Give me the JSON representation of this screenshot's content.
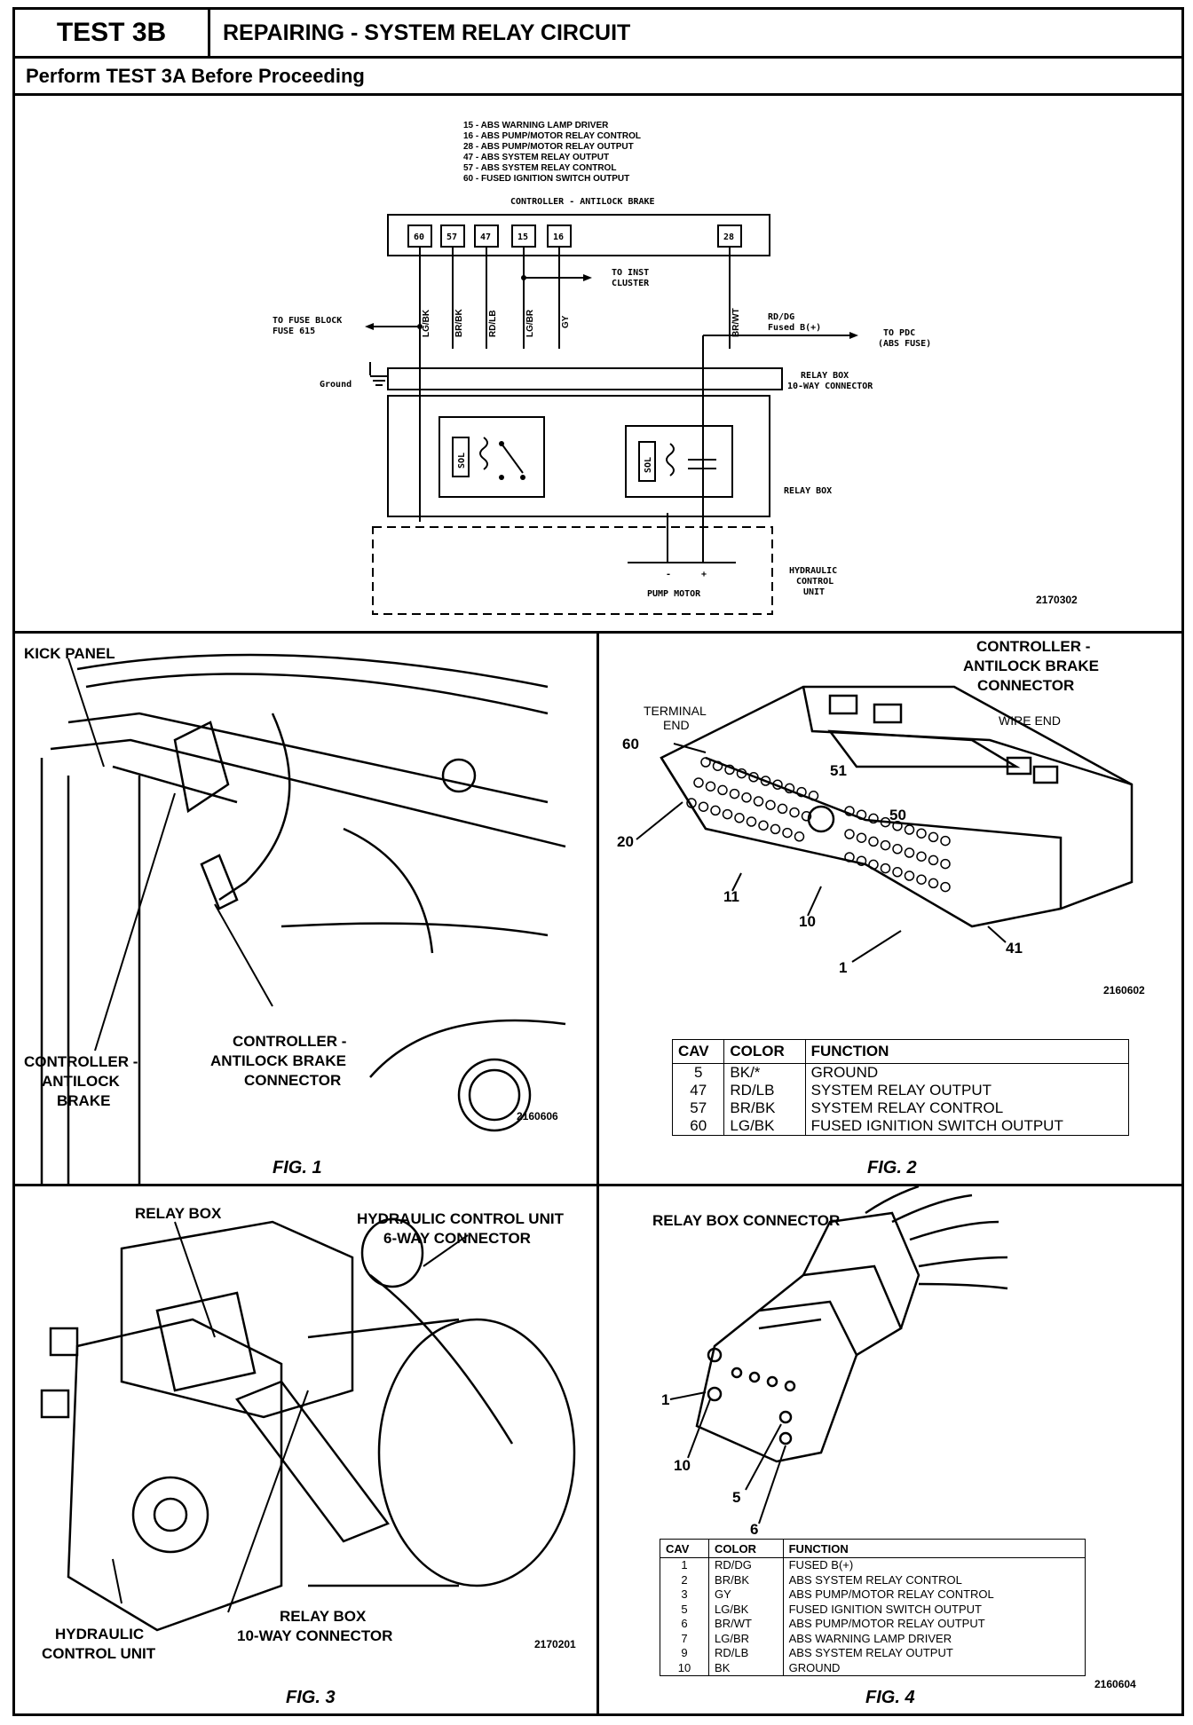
{
  "header": {
    "test_id": "TEST 3B",
    "title": "REPAIRING - SYSTEM RELAY CIRCUIT",
    "subtitle": "Perform TEST 3A Before Proceeding"
  },
  "schematic": {
    "legend": [
      "15 - ABS WARNING LAMP DRIVER",
      "16 - ABS PUMP/MOTOR RELAY CONTROL",
      "28 - ABS PUMP/MOTOR RELAY OUTPUT",
      "47 - ABS SYSTEM RELAY OUTPUT",
      "57 - ABS SYSTEM RELAY CONTROL",
      "60 - FUSED IGNITION SWITCH OUTPUT"
    ],
    "controller_label": "CONTROLLER - ANTILOCK BRAKE",
    "pins": [
      "60",
      "57",
      "47",
      "15",
      "16",
      "28"
    ],
    "wires": [
      "LG/BK",
      "BR/BK",
      "RD/LB",
      "LG/BR",
      "GY",
      "BR/WT"
    ],
    "to_inst_cluster": [
      "TO INST",
      "CLUSTER"
    ],
    "to_fuse_block": [
      "TO FUSE BLOCK",
      "FUSE 615"
    ],
    "ground": "Ground",
    "rd_dg": [
      "RD/DG",
      "Fused B(+)"
    ],
    "to_pdc": [
      "TO PDC",
      "(ABS FUSE)"
    ],
    "relay_box_connector": [
      "RELAY BOX",
      "10-WAY CONNECTOR"
    ],
    "relay_box": "RELAY BOX",
    "hcu": [
      "HYDRAULIC",
      "CONTROL",
      "UNIT"
    ],
    "pump_motor": "PUMP MOTOR",
    "minus": "-",
    "plus": "+",
    "relay_marks": [
      "SOL",
      "SOL"
    ],
    "ref": "2170302"
  },
  "fig1": {
    "kick_panel": "KICK PANEL",
    "controller": [
      "CONTROLLER -",
      "ANTILOCK",
      "BRAKE"
    ],
    "connector": [
      "CONTROLLER -",
      "ANTILOCK BRAKE",
      "CONNECTOR"
    ],
    "ref": "2160606",
    "caption": "FIG. 1"
  },
  "fig2": {
    "title": [
      "CONTROLLER -",
      "ANTILOCK BRAKE",
      "CONNECTOR"
    ],
    "terminal_end": [
      "TERMINAL",
      "END"
    ],
    "wire_end": "WIRE END",
    "pin_labels": [
      "60",
      "51",
      "50",
      "20",
      "11",
      "10",
      "41",
      "1"
    ],
    "ref": "2160602",
    "table": {
      "headers": [
        "CAV",
        "COLOR",
        "FUNCTION"
      ],
      "rows": [
        [
          "5",
          "BK/*",
          "GROUND"
        ],
        [
          "47",
          "RD/LB",
          "SYSTEM RELAY OUTPUT"
        ],
        [
          "57",
          "BR/BK",
          "SYSTEM RELAY CONTROL"
        ],
        [
          "60",
          "LG/BK",
          "FUSED IGNITION SWITCH OUTPUT"
        ]
      ]
    },
    "caption": "FIG. 2"
  },
  "fig3": {
    "relay_box": "RELAY BOX",
    "hcu_connector": [
      "HYDRAULIC CONTROL UNIT",
      "6-WAY CONNECTOR"
    ],
    "hcu": [
      "HYDRAULIC",
      "CONTROL UNIT"
    ],
    "relay_conn": [
      "RELAY BOX",
      "10-WAY CONNECTOR"
    ],
    "ref": "2170201",
    "caption": "FIG. 3"
  },
  "fig4": {
    "title": "RELAY BOX CONNECTOR",
    "pin_labels": [
      "1",
      "10",
      "5",
      "6"
    ],
    "ref": "2160604",
    "table": {
      "headers": [
        "CAV",
        "COLOR",
        "FUNCTION"
      ],
      "rows": [
        [
          "1",
          "RD/DG",
          "FUSED B(+)"
        ],
        [
          "2",
          "BR/BK",
          "ABS SYSTEM RELAY CONTROL"
        ],
        [
          "3",
          "GY",
          "ABS PUMP/MOTOR RELAY CONTROL"
        ],
        [
          "5",
          "LG/BK",
          "FUSED IGNITION SWITCH OUTPUT"
        ],
        [
          "6",
          "BR/WT",
          "ABS PUMP/MOTOR RELAY OUTPUT"
        ],
        [
          "7",
          "LG/BR",
          "ABS WARNING LAMP DRIVER"
        ],
        [
          "9",
          "RD/LB",
          "ABS SYSTEM RELAY OUTPUT"
        ],
        [
          "10",
          "BK",
          "GROUND"
        ]
      ]
    },
    "caption": "FIG. 4"
  }
}
